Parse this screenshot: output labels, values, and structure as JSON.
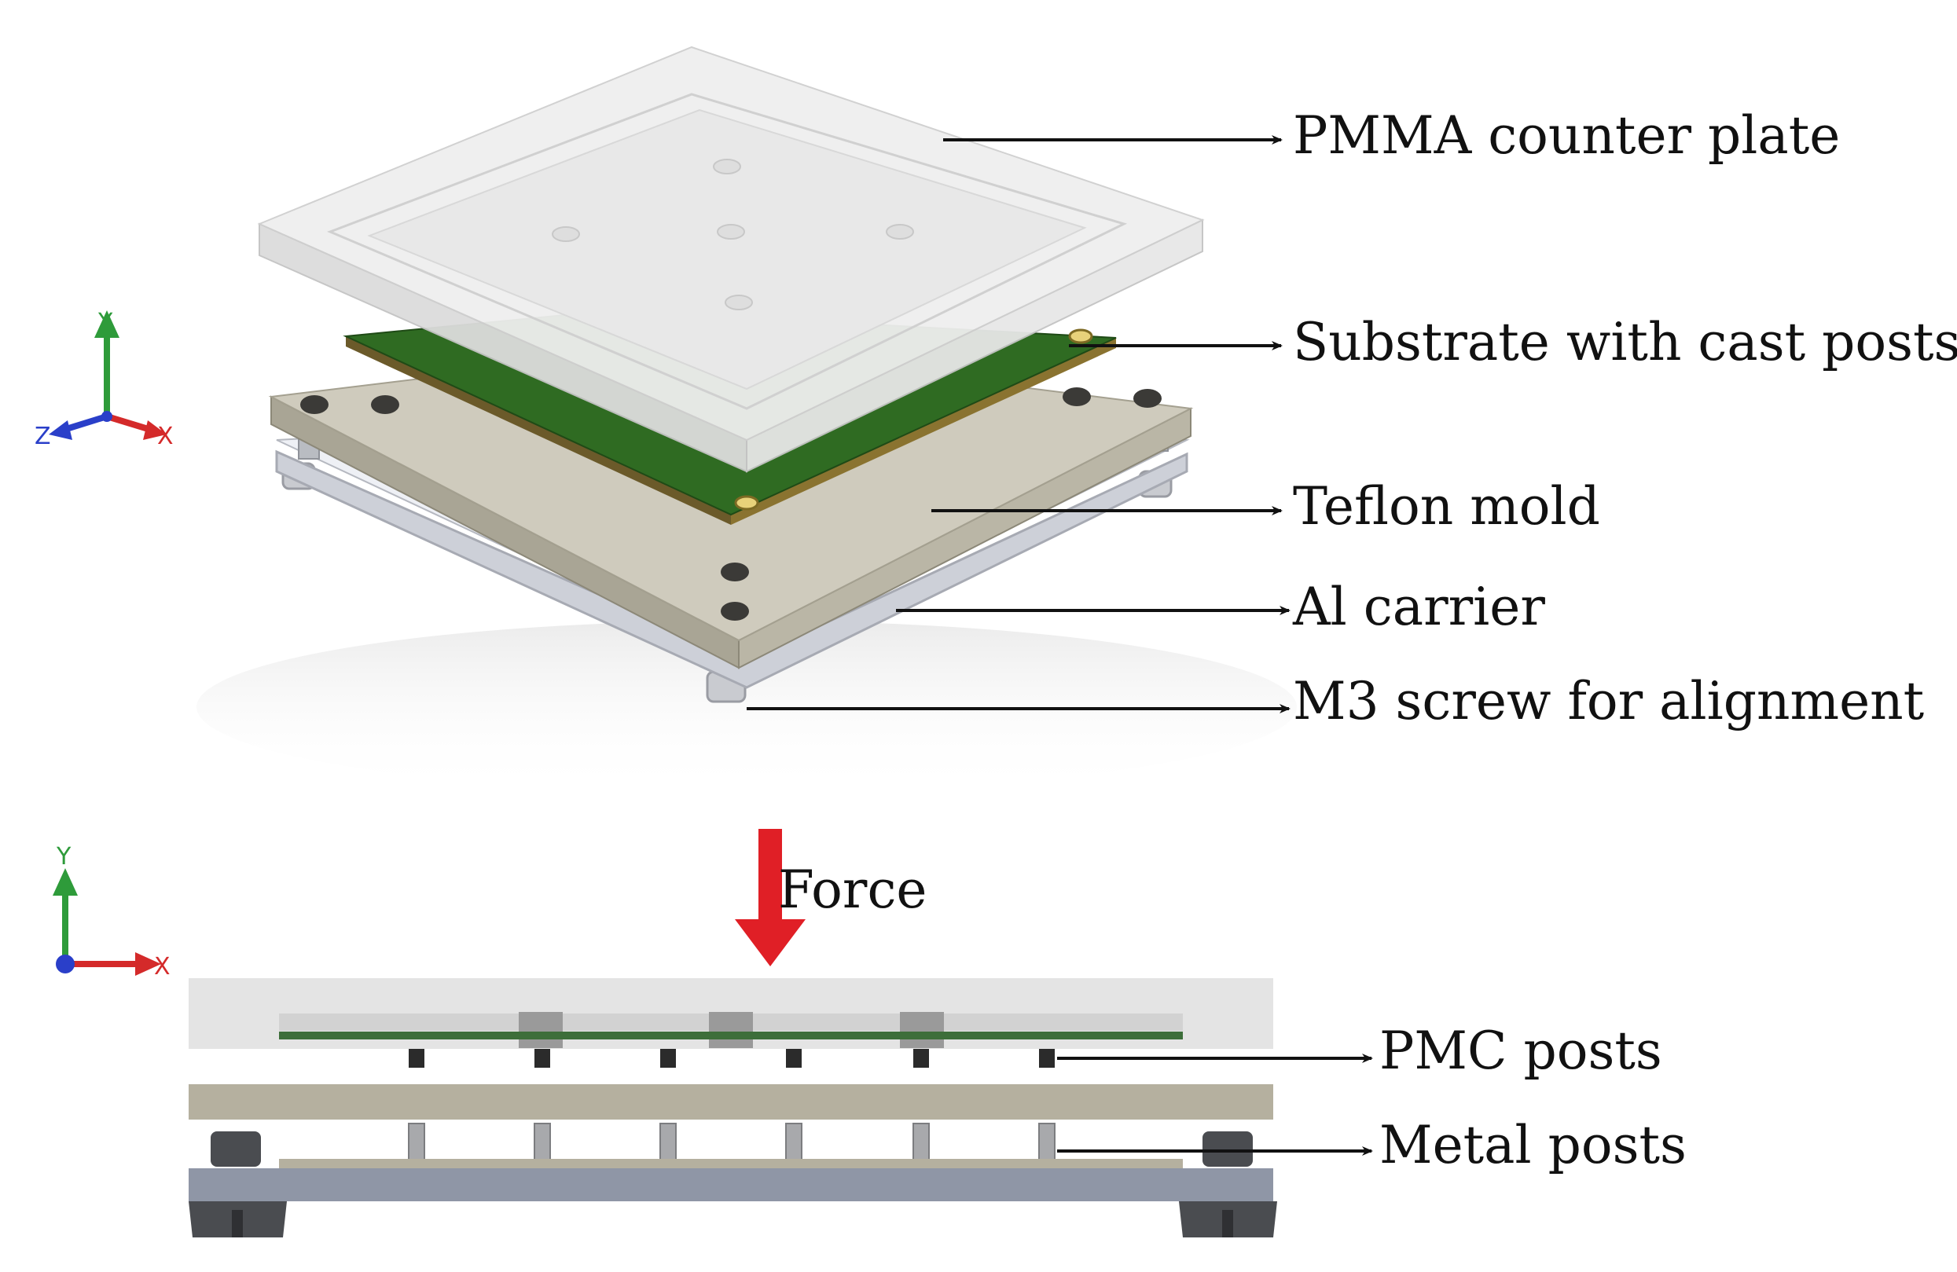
{
  "exploded_view": {
    "labels": {
      "pmma": "PMMA counter plate",
      "substrate": "Substrate with cast posts",
      "teflon": "Teflon mold",
      "al_carrier": "Al carrier",
      "m3_screw": "M3 screw for alignment"
    },
    "axes": {
      "y": "Y",
      "x": "X",
      "z": "Z"
    }
  },
  "side_view": {
    "force_label": "Force",
    "labels": {
      "pmc_posts": "PMC posts",
      "metal_posts": "Metal posts"
    },
    "axes": {
      "y": "Y",
      "x": "X"
    }
  },
  "colors": {
    "pmma": "#e4e4e4",
    "pcb_green": "#2f6b22",
    "teflon": "#b8b3a4",
    "aluminum": "#8f96a6",
    "force_arrow": "#e01f26",
    "axis_x": "#d42a2a",
    "axis_y": "#2e9b3a",
    "axis_z": "#2a3fc9"
  }
}
